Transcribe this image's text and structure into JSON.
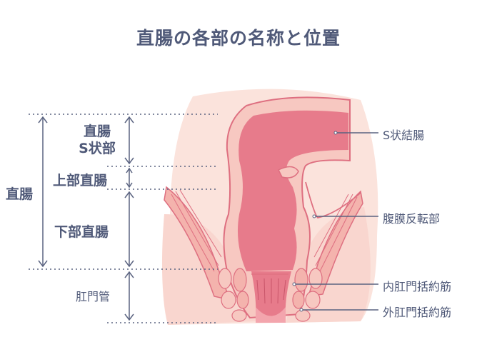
{
  "title": "直腸の各部の名称と位置",
  "left_labels": {
    "rectum": "直腸",
    "rectosigmoid_line1": "直腸",
    "rectosigmoid_line2": "S状部",
    "upper_rectum": "上部直腸",
    "lower_rectum": "下部直腸",
    "anal_canal": "肛門管"
  },
  "right_labels": {
    "sigmoid_colon": "S状結腸",
    "peritoneal_reflection": "腹膜反転部",
    "internal_sphincter": "内肛門括約筋",
    "external_sphincter": "外肛門括約筋"
  },
  "colors": {
    "text": "#4f5978",
    "body_bg": "#fbe3dc",
    "tissue": "#f6c4bd",
    "mucosa": "#e77b8b",
    "outline": "#de6f80",
    "guide": "#5a6380"
  }
}
